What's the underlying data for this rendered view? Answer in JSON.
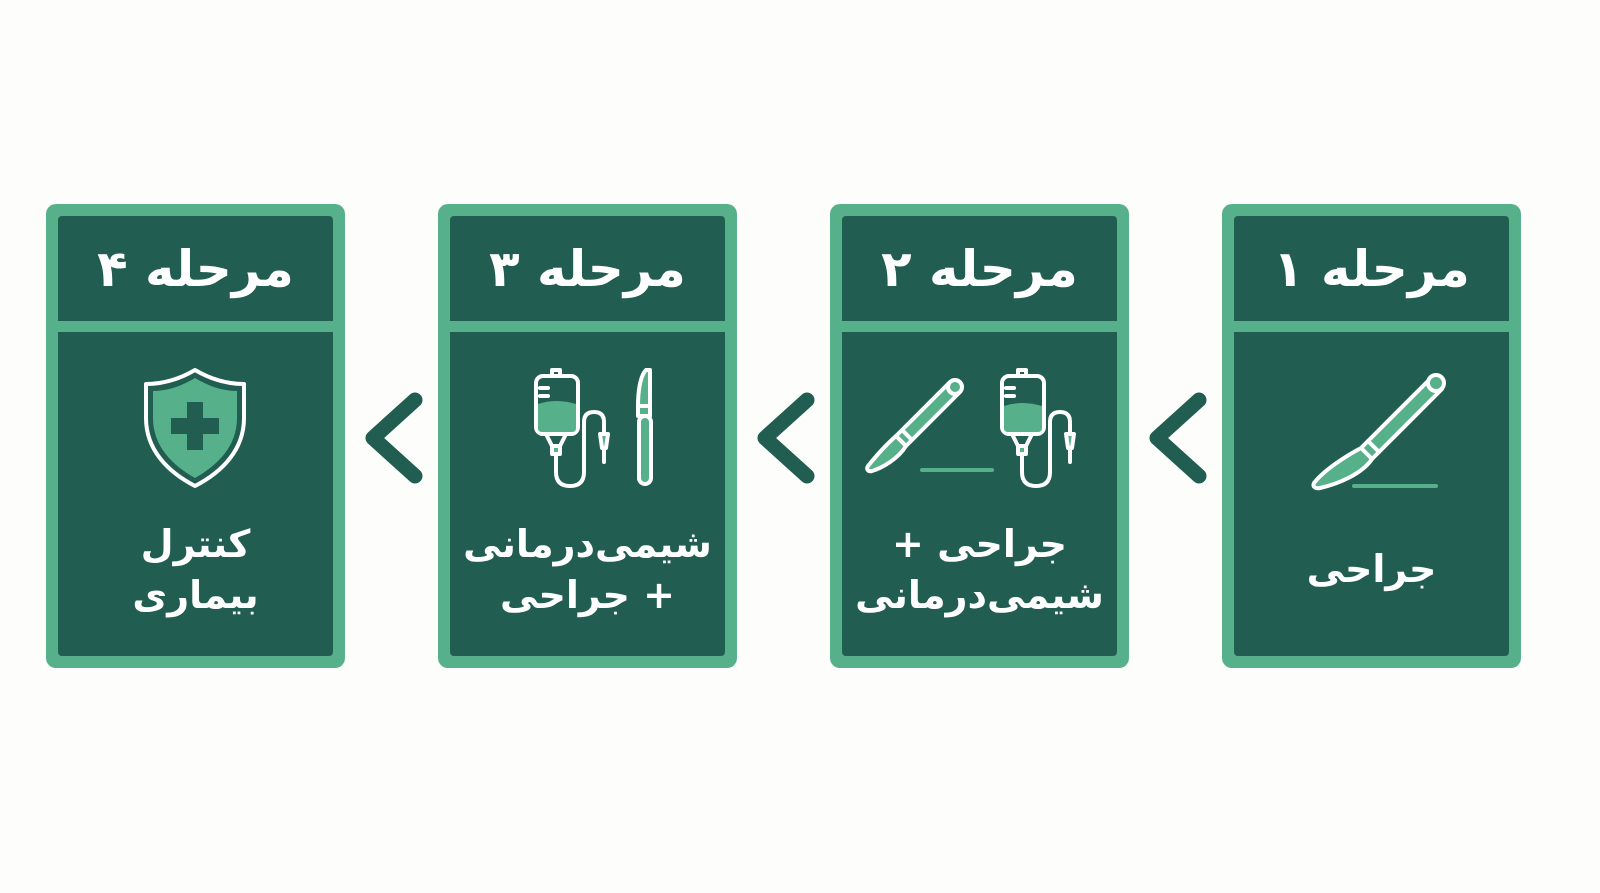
{
  "stages": [
    {
      "title": "مرحله ۱",
      "lines": [
        "جراحی"
      ],
      "icon": "scalpel-icon"
    },
    {
      "title": "مرحله ۲",
      "lines": [
        "جراحی +",
        "شیمی‌درمانی"
      ],
      "icon": "scalpel-iv-bag-icon"
    },
    {
      "title": "مرحله ۳",
      "lines": [
        "شیمی‌درمانی",
        "+ جراحی"
      ],
      "icon": "iv-bag-scalpel-icon"
    },
    {
      "title": "مرحله ۴",
      "lines": [
        "کنترل",
        "بیماری"
      ],
      "icon": "shield-plus-icon"
    }
  ],
  "colors": {
    "card_border": "#56b08a",
    "card_fill": "#215d50",
    "icon_accent": "#56b08a",
    "icon_stroke": "#ffffff",
    "arrow": "#215d50",
    "background": "#fdfdfb"
  }
}
